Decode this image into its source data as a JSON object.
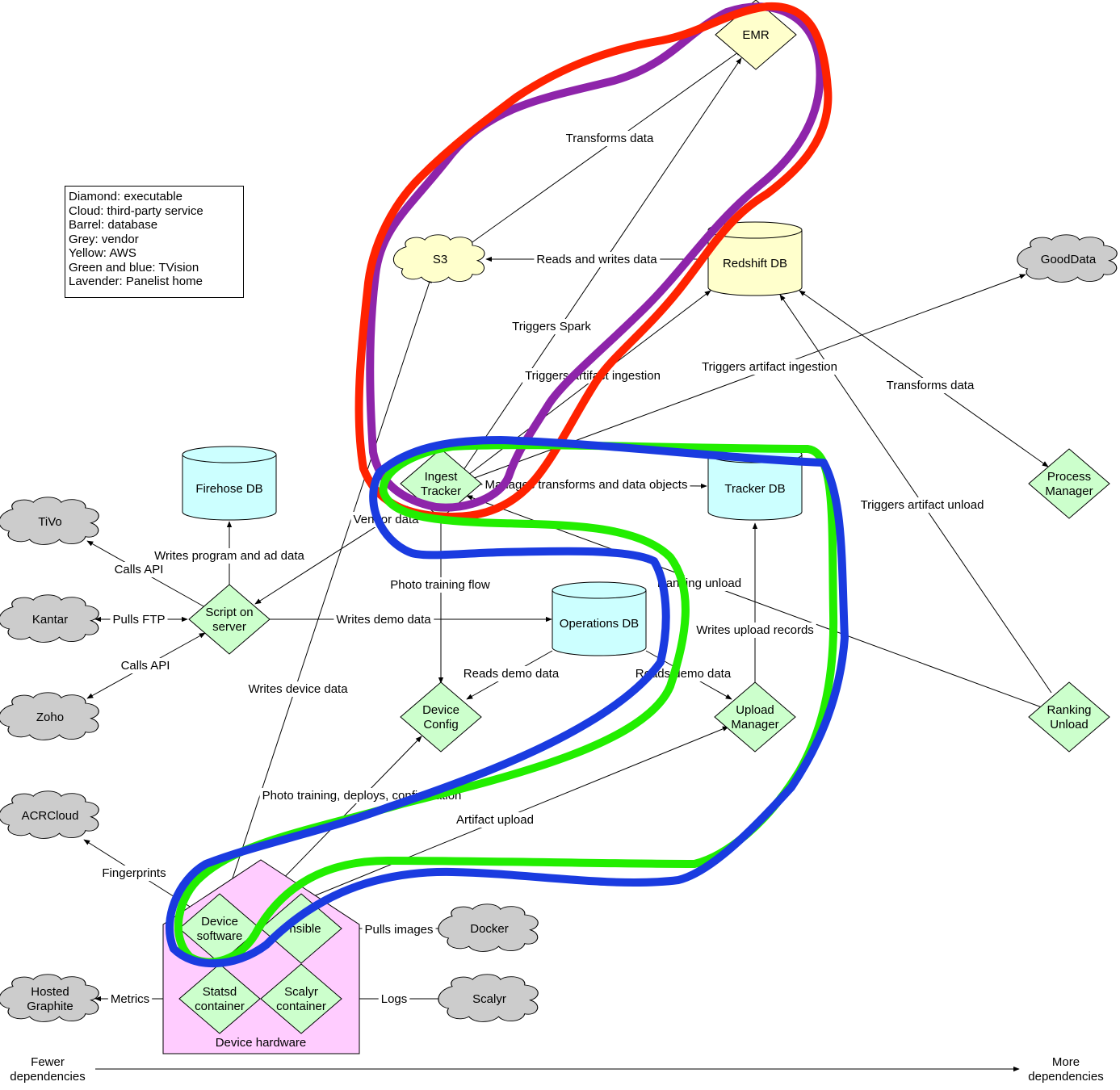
{
  "legend": [
    "Diamond: executable",
    "Cloud: third-party service",
    "Barrel: database",
    "Grey: vendor",
    "Yellow: AWS",
    "Green and blue: TVision",
    "Lavender: Panelist home"
  ],
  "colors": {
    "aws_yellow": "#ffffcc",
    "tvision_green": "#ccffcc",
    "tvision_blue": "#ccffff",
    "vendor_grey": "#cccccc",
    "panelist_lavender": "#ffccff",
    "highlight_red": "#ff2200",
    "highlight_purple": "#8e24aa",
    "highlight_green": "#22ee00",
    "highlight_blue": "#1a3be0"
  },
  "nodes": {
    "emr": "EMR",
    "s3": "S3",
    "redshift": "Redshift DB",
    "gooddata": "GoodData",
    "firehose": "Firehose DB",
    "ingest_line1": "Ingest",
    "ingest_line2": "Tracker",
    "tracker_db": "Tracker DB",
    "process_line1": "Process",
    "process_line2": "Manager",
    "tivo": "TiVo",
    "kantar": "Kantar",
    "zoho": "Zoho",
    "script_line1": "Script on",
    "script_line2": "server",
    "operations_db": "Operations DB",
    "device_config_line1": "Device",
    "device_config_line2": "Config",
    "upload_line1": "Upload",
    "upload_line2": "Manager",
    "ranking_line1": "Ranking",
    "ranking_line2": "Unload",
    "acrcloud": "ACRCloud",
    "docker": "Docker",
    "hosted_line1": "Hosted",
    "hosted_line2": "Graphite",
    "scalyr": "Scalyr",
    "device_sw_line1": "Device",
    "device_sw_line2": "software",
    "ansible": "nsible",
    "statsd_line1": "Statsd",
    "statsd_line2": "container",
    "scalyr_c_line1": "Scalyr",
    "scalyr_c_line2": "container",
    "device_hw": "Device hardware"
  },
  "edges": {
    "transforms_emr": "Transforms data",
    "reads_writes": "Reads and writes data",
    "triggers_spark": "Triggers Spark",
    "triggers_ingest_1": "Triggers artifact ingestion",
    "triggers_ingest_2": "Triggers artifact ingestion",
    "transforms_pm": "Transforms data",
    "manages": "Manages transforms and data objects",
    "vendor": "Vendor data",
    "triggers_unload": "Triggers artifact unload",
    "writes_program": "Writes program and ad data",
    "calls_api_1": "Calls API",
    "pulls_ftp": "Pulls FTP",
    "writes_demo": "Writes demo data",
    "calls_api_2": "Calls API",
    "photo_flow": "Photo training flow",
    "ranking_unload": "Ranking unload",
    "writes_upload": "Writes upload records",
    "reads_demo_1": "Reads demo data",
    "reads_demo_2": "Reads demo data",
    "writes_device": "Writes device data",
    "photo_deploy": "Photo training, deploys, configuration",
    "artifact_upload": "Artifact upload",
    "fingerprints": "Fingerprints",
    "pulls_images": "Pulls images",
    "metrics": "Metrics",
    "logs": "Logs"
  },
  "axis": {
    "left_line1": "Fewer",
    "left_line2": "dependencies",
    "right_line1": "More",
    "right_line2": "dependencies"
  }
}
